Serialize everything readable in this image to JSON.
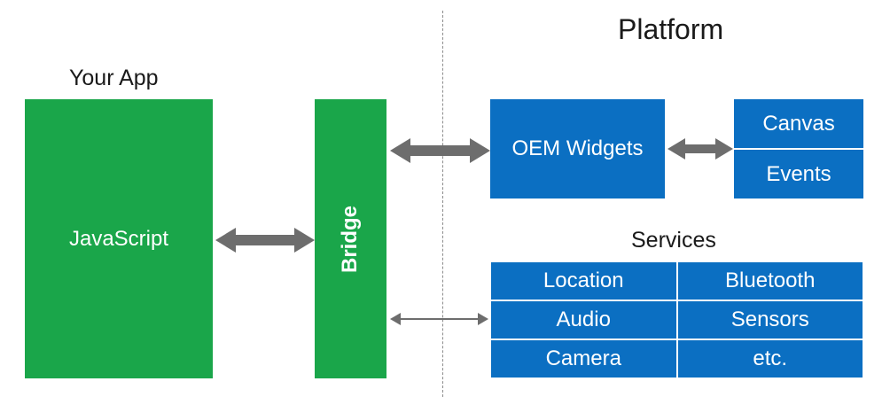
{
  "platform": {
    "title": "Platform",
    "oem_widgets": "OEM Widgets",
    "canvas": "Canvas",
    "events": "Events",
    "services_title": "Services",
    "services": [
      "Location",
      "Bluetooth",
      "Audio",
      "Sensors",
      "Camera",
      "etc."
    ]
  },
  "app": {
    "title": "Your App",
    "javascript": "JavaScript",
    "bridge": "Bridge"
  },
  "colors": {
    "green": "#1aa64a",
    "blue": "#0b6fc2",
    "arrow": "#6d6d6d"
  }
}
